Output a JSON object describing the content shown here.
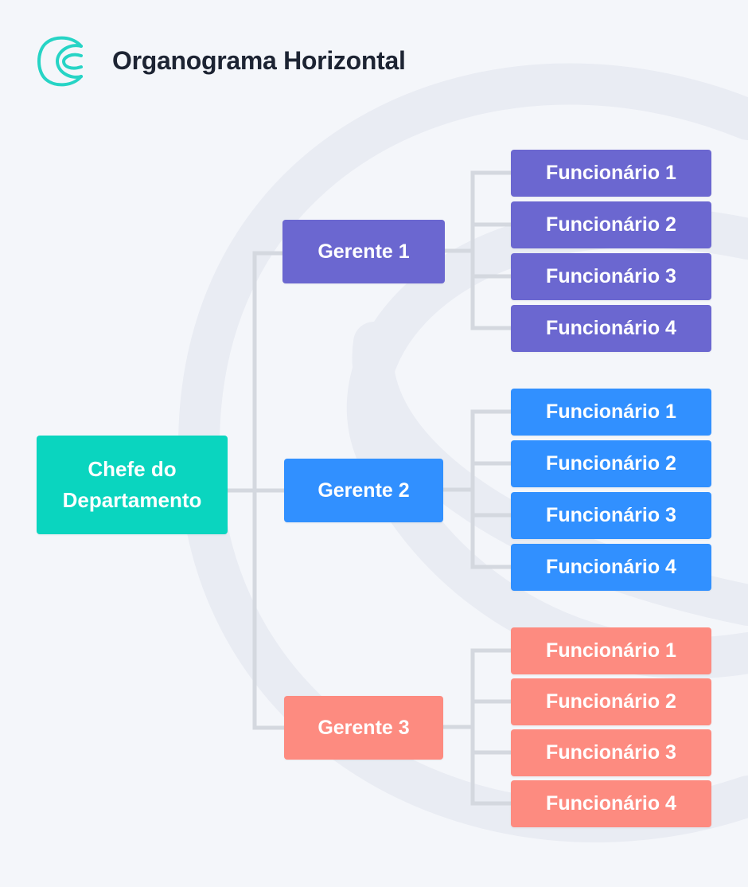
{
  "title": "Organograma Horizontal",
  "logo": {
    "icon": "c-logo-icon",
    "color": "#26d4c5"
  },
  "colors": {
    "background": "#f4f6fa",
    "connector": "#d4d8df",
    "watermark": "#e8ebf2",
    "root": "#0ad5bf",
    "manager_1": "#6b67d0",
    "manager_2": "#3190ff",
    "manager_3": "#fd8b80"
  },
  "root": {
    "line1": "Chefe do",
    "line2": "Departamento"
  },
  "managers": [
    {
      "label": "Gerente 1",
      "employees": [
        "Funcionário 1",
        "Funcionário 2",
        "Funcionário 3",
        "Funcionário 4"
      ]
    },
    {
      "label": "Gerente 2",
      "employees": [
        "Funcionário 1",
        "Funcionário 2",
        "Funcionário 3",
        "Funcionário 4"
      ]
    },
    {
      "label": "Gerente 3",
      "employees": [
        "Funcionário 1",
        "Funcionário 2",
        "Funcionário 3",
        "Funcionário 4"
      ]
    }
  ]
}
